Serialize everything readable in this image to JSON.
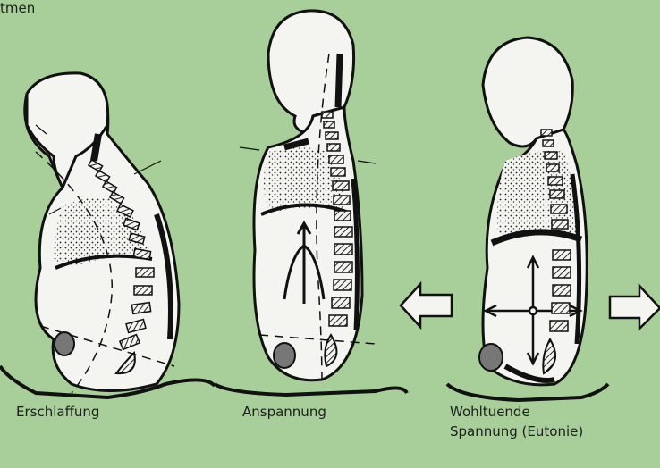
{
  "title": "tmen",
  "labels": {
    "slack": "Erschlaffung",
    "tense": "Anspannung",
    "eutonie_line1": "Wohltuende",
    "eutonie_line2": "Spannung  (Eutonie)"
  },
  "colors": {
    "background": "#a8cf9a",
    "ink": "#111111",
    "body_fill": "#f4f4f1"
  }
}
